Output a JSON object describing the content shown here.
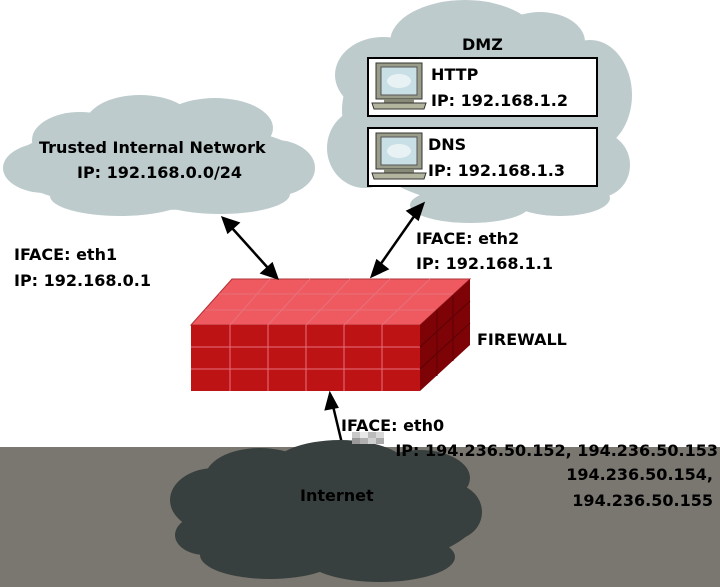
{
  "trusted": {
    "title": "Trusted Internal Network",
    "ip": "IP: 192.168.0.0/24",
    "iface": "IFACE: eth1",
    "iface_ip": "IP: 192.168.0.1"
  },
  "dmz": {
    "title": "DMZ",
    "iface": "IFACE: eth2",
    "iface_ip": "IP: 192.168.1.1",
    "servers": [
      {
        "name": "HTTP",
        "ip": "IP: 192.168.1.2"
      },
      {
        "name": "DNS",
        "ip": "IP: 192.168.1.3"
      }
    ]
  },
  "firewall": {
    "label": "FIREWALL"
  },
  "internet": {
    "title": "Internet",
    "iface": "IFACE: eth0",
    "ip_line1": "IP: 194.236.50.152, 194.236.50.153",
    "ip_line2": "194.236.50.154,",
    "ip_line3": "194.236.50.155"
  },
  "colors": {
    "light_cloud": "#bdcbcc",
    "dark_cloud": "#37403e",
    "ground": "#7a7670",
    "firewall_top": "#ee5a60",
    "firewall_front": "#bd1315",
    "firewall_side": "#7d0307"
  }
}
